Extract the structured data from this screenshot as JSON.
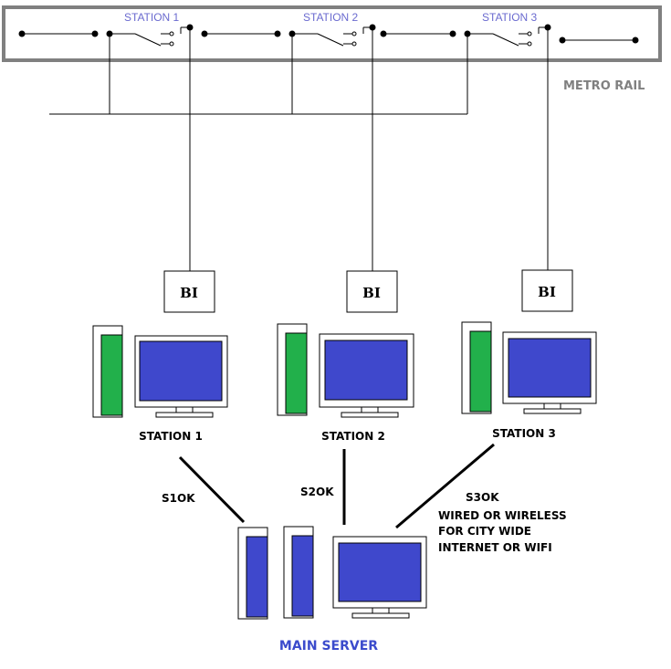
{
  "metro_rail": {
    "label": "METRO RAIL",
    "stations": [
      "STATION 1",
      "STATION 2",
      "STATION 3"
    ]
  },
  "interfaces": [
    "BI",
    "BI",
    "BI"
  ],
  "terminals": [
    "STATION 1",
    "STATION 2",
    "STATION 3"
  ],
  "links": {
    "s1": "S1OK",
    "s2": "S2OK",
    "s3": "S3OK",
    "note_line1": "WIRED OR WIRELESS",
    "note_line2": "FOR CITY WIDE",
    "note_line3": "INTERNET OR WIFI"
  },
  "server": {
    "label": "MAIN SERVER"
  },
  "colors": {
    "tower_green": "#22b04b",
    "screen_blue": "#3f48cc",
    "rail_border": "#808080",
    "server_label": "#3b4bcc"
  }
}
